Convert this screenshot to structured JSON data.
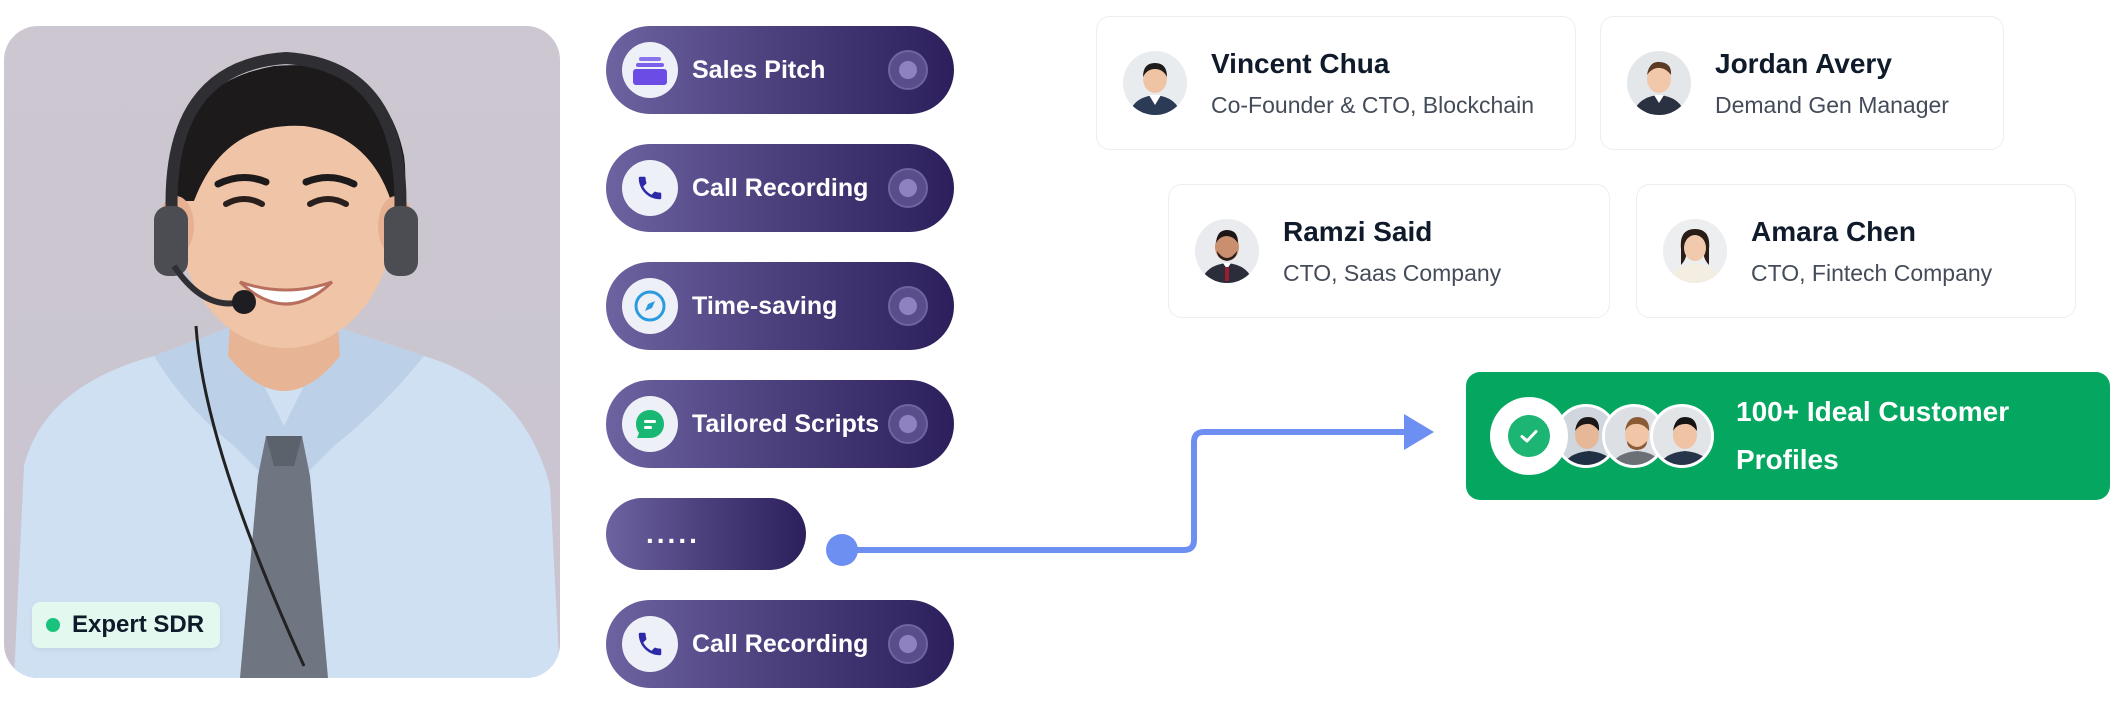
{
  "agent": {
    "badge_label": "Expert SDR",
    "badge_color": "#19c37d"
  },
  "features": [
    {
      "label": "Sales Pitch",
      "icon": "layers-icon",
      "icon_color": "#6b4de6"
    },
    {
      "label": "Call Recording",
      "icon": "phone-icon",
      "icon_color": "#2d2aa8"
    },
    {
      "label": "Time-saving",
      "icon": "compass-icon",
      "icon_color": "#2b9be0"
    },
    {
      "label": "Tailored Scripts",
      "icon": "chat-icon",
      "icon_color": "#18b874"
    },
    {
      "label": "....."
    },
    {
      "label": "Call Recording",
      "icon": "phone-icon",
      "icon_color": "#2d2aa8"
    }
  ],
  "profiles": [
    {
      "name": "Vincent Chua",
      "role": "Co-Founder & CTO, Blockchain"
    },
    {
      "name": "Jordan Avery",
      "role": "Demand Gen Manager"
    },
    {
      "name": "Ramzi Said",
      "role": "CTO, Saas Company"
    },
    {
      "name": "Amara Chen",
      "role": "CTO,  Fintech Company"
    }
  ],
  "result": {
    "label": "100+ Ideal Customer Profiles",
    "background": "#05a760"
  },
  "colors": {
    "pill_start": "#6d63a1",
    "pill_end": "#2c1f5c",
    "connector": "#6e8ff2"
  }
}
